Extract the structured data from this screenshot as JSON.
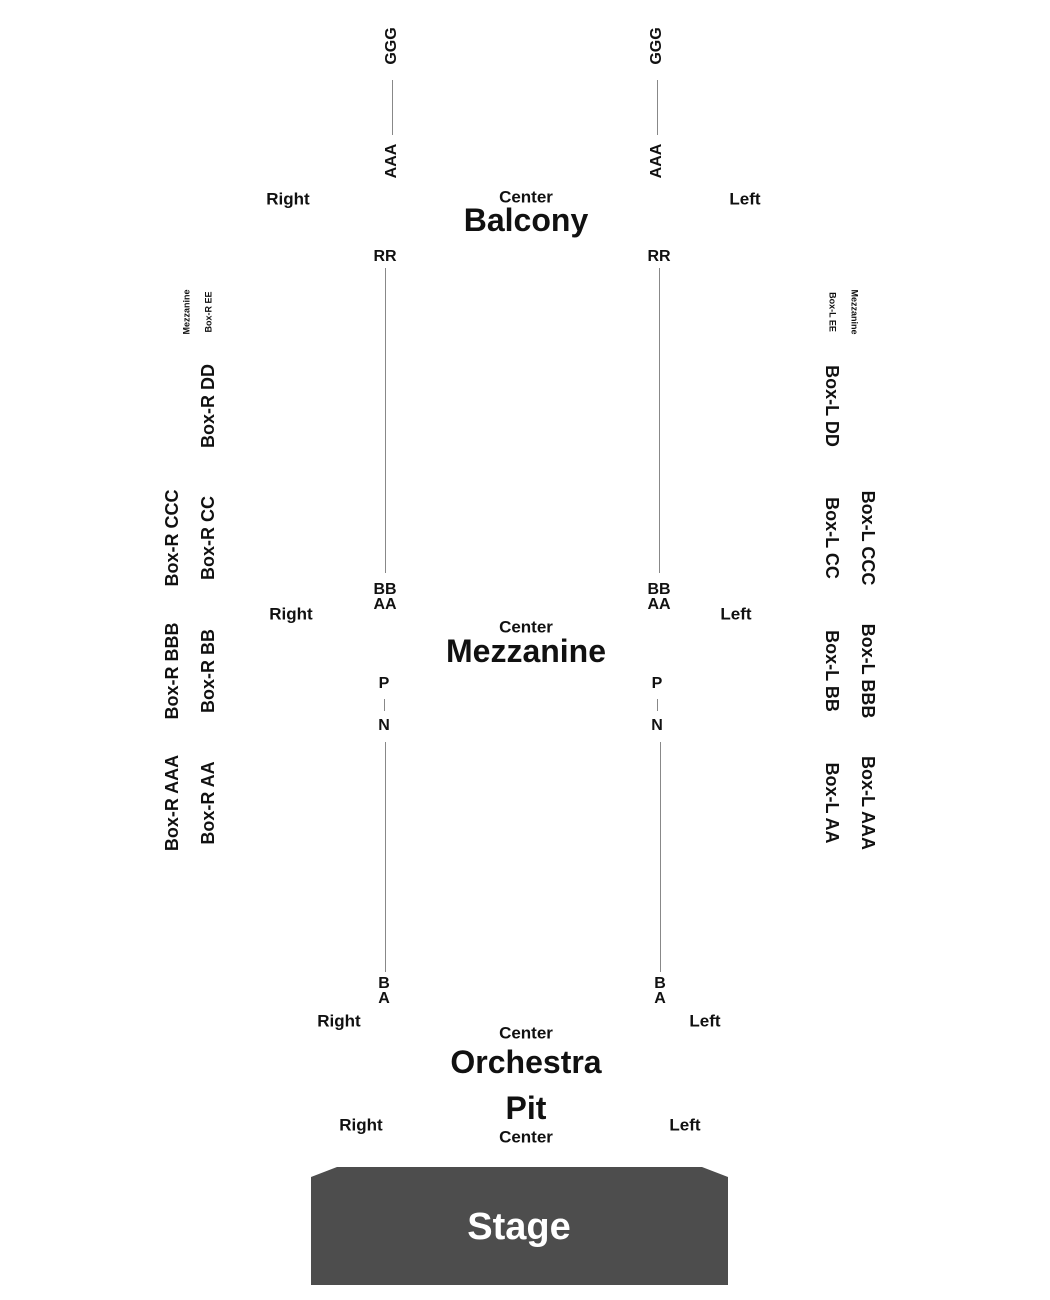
{
  "colors": {
    "stage_fill": "#4d4d4d",
    "stage_text": "#ffffff",
    "lines": "#888888",
    "text": "#111111"
  },
  "balcony": {
    "title": "Balcony",
    "center": "Center",
    "right": "Right",
    "left": "Left",
    "aisle_top": "GGG",
    "aisle_mid": "AAA",
    "aisle_bottom": "RR"
  },
  "mezzanine": {
    "title": "Mezzanine",
    "center": "Center",
    "right": "Right",
    "left": "Left",
    "row_bb": "BB",
    "row_aa": "AA",
    "row_p": "P",
    "row_n": "N"
  },
  "orchestra": {
    "title": "Orchestra",
    "center": "Center",
    "right": "Right",
    "left": "Left",
    "row_b": "B",
    "row_a": "A"
  },
  "pit": {
    "title": "Pit",
    "center": "Center",
    "right": "Right",
    "left": "Left"
  },
  "stage": {
    "label": "Stage"
  },
  "boxes_right": {
    "mezzanine_label": "Mezzanine",
    "ee": "Box-R EE",
    "dd": "Box-R DD",
    "ccc": "Box-R CCC",
    "cc": "Box-R CC",
    "bbb": "Box-R BBB",
    "bb": "Box-R BB",
    "aaa": "Box-R AAA",
    "aa": "Box-R AA"
  },
  "boxes_left": {
    "mezzanine_label": "Mezzanine",
    "ee": "Box-L EE",
    "dd": "Box-L DD",
    "ccc": "Box-L CCC",
    "cc": "Box-L CC",
    "bbb": "Box-L BBB",
    "bb": "Box-L BB",
    "aaa": "Box-L AAA",
    "aa": "Box-L AA"
  }
}
